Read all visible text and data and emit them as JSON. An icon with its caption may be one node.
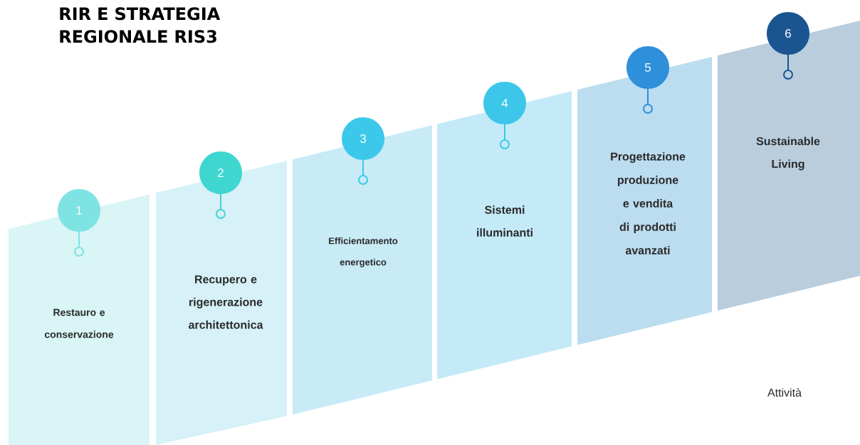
{
  "diagram": {
    "title": "RIR E STRATEGIA REGIONALE RIS3",
    "nodes": [
      {
        "text": [
          "1"
        ]
      },
      {
        "text": [
          "Restauro e conservazione"
        ]
      },
      {
        "text": [
          "2"
        ]
      },
      {
        "text": [
          "Recupero e rigenerazione architettonica"
        ]
      },
      {
        "text": [
          "3"
        ]
      },
      {
        "text": [
          "Efficientamento energetico"
        ]
      },
      {
        "text": [
          "4"
        ]
      },
      {
        "text": [
          "Sistemi illuminanti"
        ]
      },
      {
        "text": [
          "5"
        ]
      },
      {
        "text": [
          "Progettazione produzione e vendita di prodotti avanzati"
        ]
      },
      {
        "text": [
          "6"
        ]
      },
      {
        "text": [
          "Sustainable Living"
        ]
      }
    ],
    "labels": [
      "Attività"
    ]
  }
}
